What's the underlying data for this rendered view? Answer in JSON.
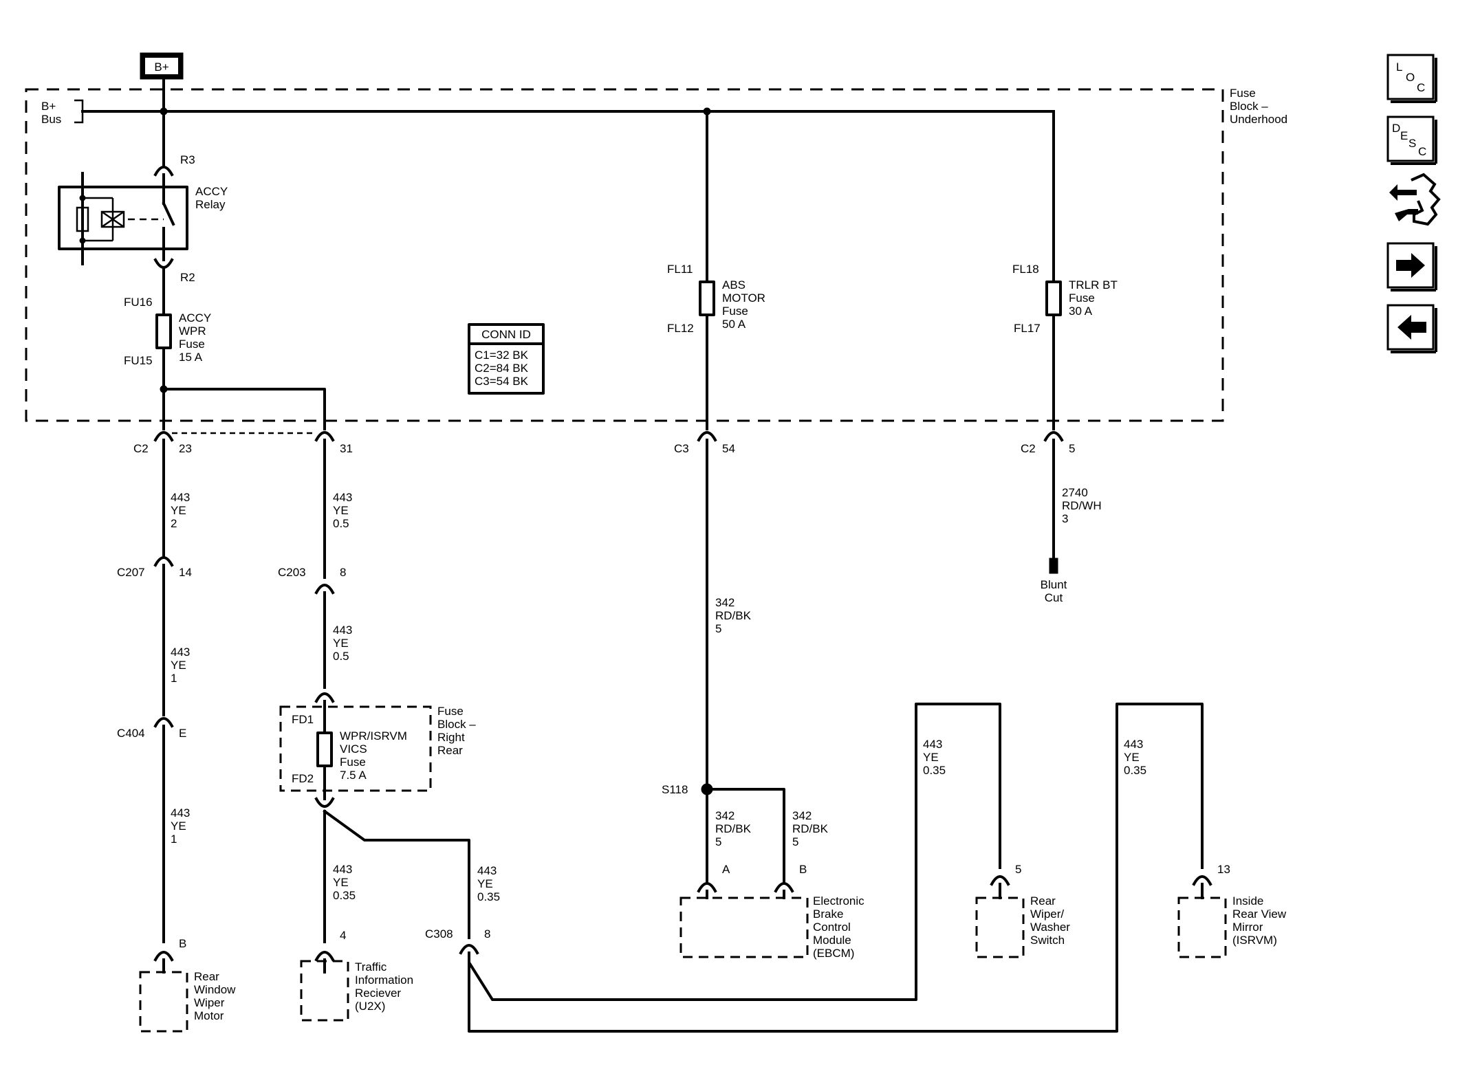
{
  "labels": {
    "bplus": "B+",
    "bplus_bus_1": "B+",
    "bplus_bus_2": "Bus",
    "fuse_block_1": "Fuse",
    "fuse_block_2": "Block –",
    "fuse_block_3": "Underhood",
    "r3": "R3",
    "r2": "R2",
    "relay_1": "ACCY",
    "relay_2": "Relay",
    "fu16": "FU16",
    "fu15": "FU15",
    "accy_fuse_1": "ACCY",
    "accy_fuse_2": "WPR",
    "accy_fuse_3": "Fuse",
    "accy_fuse_4": "15 A",
    "conn_id_title": "CONN ID",
    "conn_id_1": "C1=32 BK",
    "conn_id_2": "C2=84 BK",
    "conn_id_3": "C3=54 BK",
    "fl11": "FL11",
    "fl12": "FL12",
    "abs_1": "ABS",
    "abs_2": "MOTOR",
    "abs_3": "Fuse",
    "abs_4": "50 A",
    "fl18": "FL18",
    "fl17": "FL17",
    "trlr_1": "TRLR BT",
    "trlr_2": "Fuse",
    "trlr_3": "30 A",
    "c2_a": "C2",
    "pin_23": "23",
    "pin_31": "31",
    "c3": "C3",
    "pin_54": "54",
    "c2_b": "C2",
    "pin_5a": "5",
    "w1_1": "443",
    "w1_2": "YE",
    "w1_3": "2",
    "w2_1": "443",
    "w2_2": "YE",
    "w2_3": "0.5",
    "w3_1": "2740",
    "w3_2": "RD/WH",
    "w3_3": "3",
    "blunt_1": "Blunt",
    "blunt_2": "Cut",
    "c207": "C207",
    "pin_14": "14",
    "c203": "C203",
    "pin_8a": "8",
    "w4_1": "342",
    "w4_2": "RD/BK",
    "w4_3": "5",
    "w5_1": "443",
    "w5_2": "YE",
    "w5_3": "0.5",
    "w6_1": "443",
    "w6_2": "YE",
    "w6_3": "1",
    "c404": "C404",
    "pin_e": "E",
    "fd1": "FD1",
    "fd2": "FD2",
    "vics_1": "WPR/ISRVM",
    "vics_2": "VICS",
    "vics_3": "Fuse",
    "vics_4": "7.5 A",
    "fbrr_1": "Fuse",
    "fbrr_2": "Block –",
    "fbrr_3": "Right",
    "fbrr_4": "Rear",
    "w7_1": "443",
    "w7_2": "YE",
    "w7_3": "1",
    "w8_1": "443",
    "w8_2": "YE",
    "w8_3": "0.35",
    "w9_1": "443",
    "w9_2": "YE",
    "w9_3": "0.35",
    "w10_1": "443",
    "w10_2": "YE",
    "w10_3": "0.35",
    "w11_1": "443",
    "w11_2": "YE",
    "w11_3": "0.35",
    "s118": "S118",
    "w12_1": "342",
    "w12_2": "RD/BK",
    "w12_3": "5",
    "w13_1": "342",
    "w13_2": "RD/BK",
    "w13_3": "5",
    "pin_a": "A",
    "pin_b_ebcm": "B",
    "pin_5b": "5",
    "pin_13": "13",
    "pin_b_motor": "B",
    "pin_4": "4",
    "c308": "C308",
    "pin_8b": "8",
    "motor_1": "Rear",
    "motor_2": "Window",
    "motor_3": "Wiper",
    "motor_4": "Motor",
    "u2x_1": "Traffic",
    "u2x_2": "Information",
    "u2x_3": "Reciever",
    "u2x_4": "(U2X)",
    "ebcm_1": "Electronic",
    "ebcm_2": "Brake",
    "ebcm_3": "Control",
    "ebcm_4": "Module",
    "ebcm_5": "(EBCM)",
    "rws_1": "Rear",
    "rws_2": "Wiper/",
    "rws_3": "Washer",
    "rws_4": "Switch",
    "isrvm_1": "Inside",
    "isrvm_2": "Rear View",
    "isrvm_3": "Mirror",
    "isrvm_4": "(ISRVM)"
  },
  "nav": {
    "loc_l": "L",
    "loc_o": "O",
    "loc_c": "C",
    "desc_d": "D",
    "desc_e": "E",
    "desc_s": "S",
    "desc_c": "C",
    "icons": [
      "loc-icon",
      "desc-icon",
      "connector-tool-icon",
      "arrow-right-icon",
      "arrow-left-icon"
    ]
  }
}
